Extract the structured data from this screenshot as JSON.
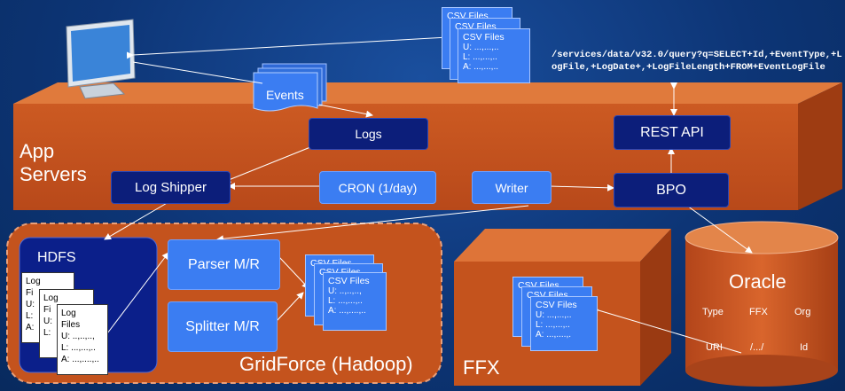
{
  "app_servers": {
    "line1": "App",
    "line2": "Servers"
  },
  "boxes": {
    "logs": "Logs",
    "rest_api": "REST API",
    "log_shipper": "Log Shipper",
    "cron": "CRON (1/day)",
    "writer": "Writer",
    "bpo": "BPO",
    "parser": "Parser M/R",
    "splitter": "Splitter M/R"
  },
  "labels": {
    "hdfs": "HDFS",
    "gridforce": "GridForce (Hadoop)",
    "ffx": "FFX",
    "oracle": "Oracle",
    "events": "Events"
  },
  "query": "/services/data/v32.0/query?q=SELECT+Id,+EventType,+LogFile,+LogDate+,+LogFileLength+FROM+EventLogFile",
  "csv_doc": {
    "title": "CSV Files",
    "u": "U: ...,...,..",
    "l": "L: ...,...,..",
    "a": "A: ...,...,.."
  },
  "csv_doc_hadoop": {
    "title": "CSV Files",
    "u": "U: ..,..,..,",
    "l": "L: ...,...,..",
    "a": "A: ...,....,.."
  },
  "csv_doc_ffx": {
    "title": "CSV Files",
    "u": "U: ...,...,..",
    "l": "L: ...,...,..",
    "a": "A: ...,....,."
  },
  "log_doc": {
    "line1": "Log",
    "line2": "Files",
    "u": "U: ..,..,..,",
    "l": "L: ...,...,..",
    "a": "A: ...,....,.."
  },
  "back_partial": {
    "csv": "CSV Files",
    "log1": "Log",
    "log_f": "Fi",
    "log_u": "U:",
    "log_l": "L:",
    "log_a": "A:"
  },
  "oracle_table": {
    "headers": [
      "Type",
      "FFX",
      "Org"
    ],
    "row": [
      "URI",
      "/.../",
      "Id"
    ]
  },
  "colors": {
    "server_orange": "#c4531d",
    "navy_box": "#0c1e7a",
    "bright_box": "#3b7df2",
    "background": "#0d3576"
  }
}
